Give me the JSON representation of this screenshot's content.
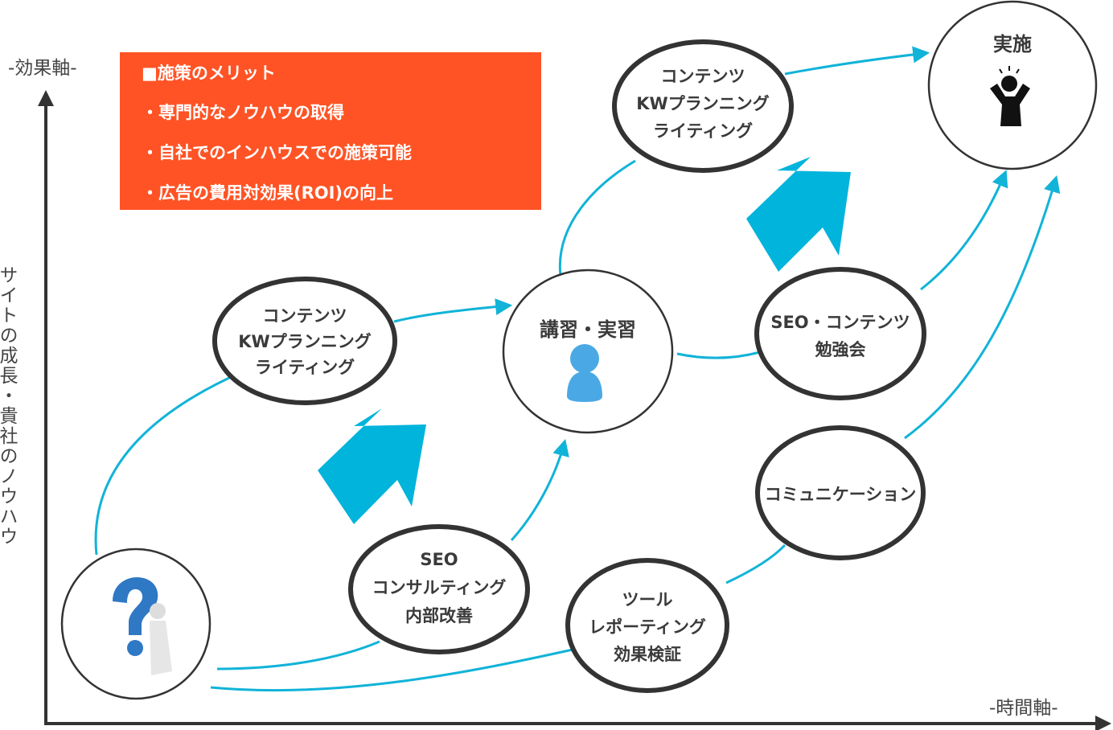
{
  "axes": {
    "y_top_label": "-効果軸-",
    "y_side_label": "サイトの成長・貴社のノウハウ",
    "x_label": "-時間軸-"
  },
  "merits": {
    "title": "■施策のメリット",
    "items": [
      "・専門的なノウハウの取得",
      "・自社でのインハウスでの施策可能",
      "・広告の費用対効果(ROI)の向上"
    ]
  },
  "nodes": {
    "content_top": [
      "コンテンツ",
      "KWプランニング",
      "ライティング"
    ],
    "jisshi": "実施",
    "content_left": [
      "コンテンツ",
      "KWプランニング",
      "ライティング"
    ],
    "kousyu": "講習・実習",
    "seo_study": [
      "SEO・コンテンツ",
      "勉強会"
    ],
    "seo_consult": [
      "SEO",
      "コンサルティング",
      "内部改善"
    ],
    "communication": "コミュニケーション",
    "tool": [
      "ツール",
      "レポーティング",
      "効果検証"
    ]
  },
  "colors": {
    "accent": "#11b3d8",
    "merit_bg": "#ff5325",
    "node_stroke": "#333333",
    "axis": "#333333"
  },
  "icons": {
    "question": "question-person-icon",
    "person": "person-icon",
    "celebrate": "celebrating-person-icon"
  }
}
